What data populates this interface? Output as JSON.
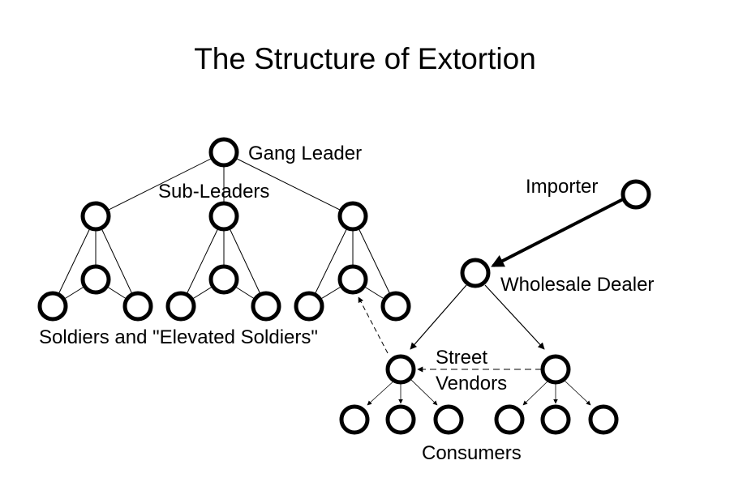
{
  "title": "The Structure of Extortion",
  "labels": {
    "gang_leader": "Gang Leader",
    "sub_leaders": "Sub-Leaders",
    "soldiers": "Soldiers and \"Elevated Soldiers\"",
    "importer": "Importer",
    "wholesale_dealer": "Wholesale Dealer",
    "street_vendors_line1": "Street",
    "street_vendors_line2": "Vendors",
    "consumers": "Consumers"
  }
}
